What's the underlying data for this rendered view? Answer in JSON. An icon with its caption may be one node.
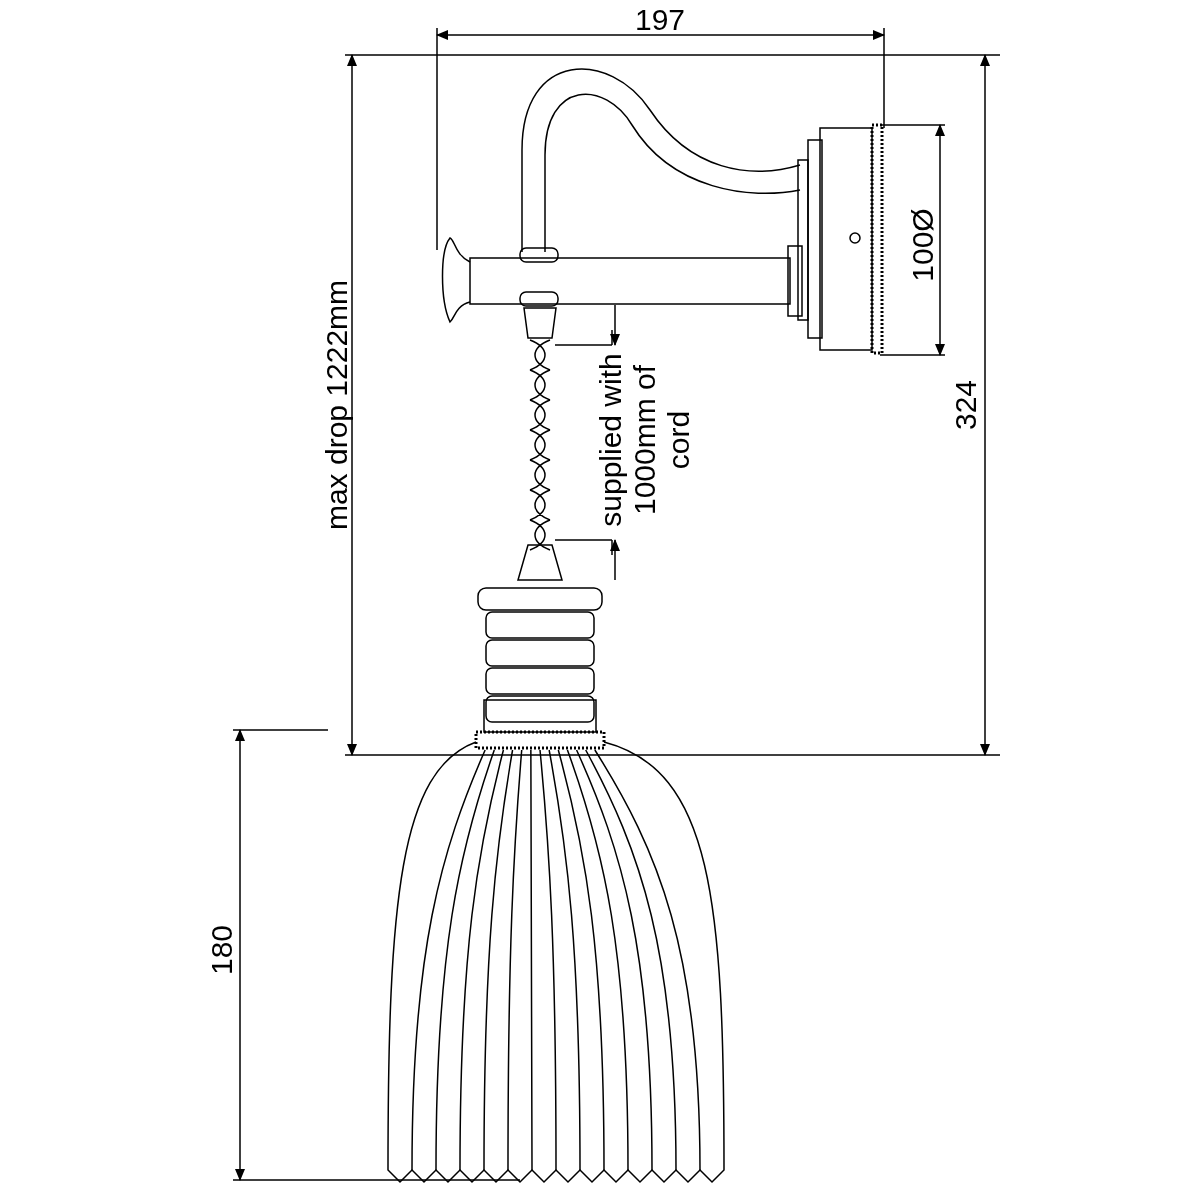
{
  "diagram": {
    "labels": [
      "197",
      "max drop 1222mm",
      "100Ø",
      "supplied with 1000mm of cord",
      "324",
      "180"
    ]
  }
}
